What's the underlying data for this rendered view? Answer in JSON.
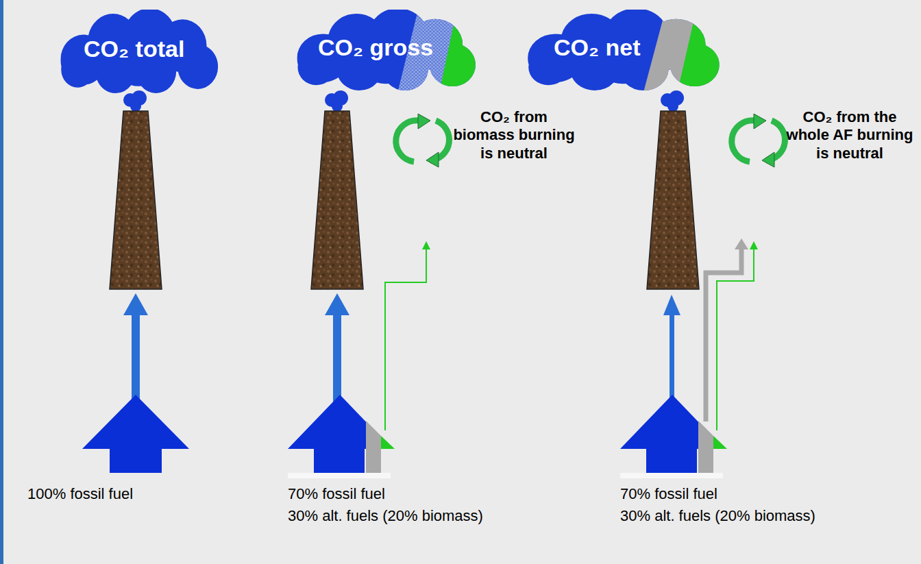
{
  "diagram": {
    "nodes": [
      {
        "text": [
          "CO₂ total"
        ]
      },
      {
        "text": [
          "CO₂ gross"
        ]
      },
      {
        "text": [
          "CO₂ net"
        ]
      }
    ],
    "labels": [
      "CO₂ from biomass burning is neutral",
      "CO₂ from the whole AF burning is neutral",
      "100% fossil fuel",
      "70% fossil fuel",
      "30% alt. fuels (20% biomass)",
      "70% fossil fuel",
      "30% alt. fuels (20% biomass)"
    ]
  }
}
